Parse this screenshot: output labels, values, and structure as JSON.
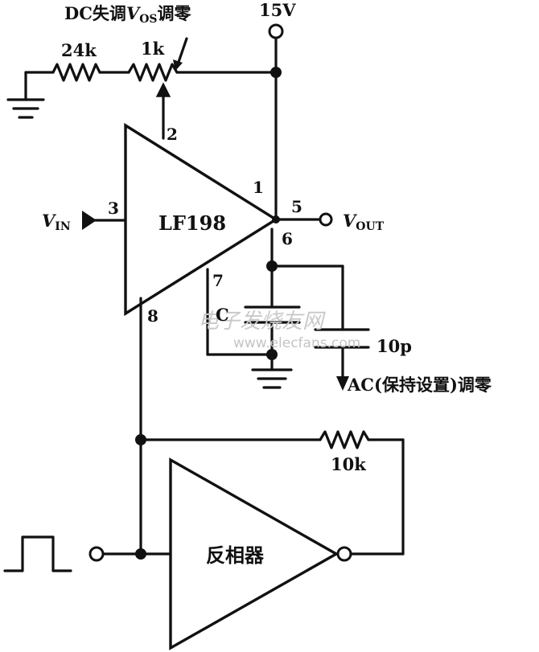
{
  "labels": {
    "dc_offset_adjust": "DC失调",
    "dc_vos_symbol": "V",
    "dc_vos_subscript": "OS",
    "dc_zero_word": "调零",
    "supply": "15V",
    "r_24k": "24k",
    "r_1k": "1k",
    "ic_name": "LF198",
    "vin_symbol": "V",
    "vin_subscript": "IN",
    "vout_symbol": "V",
    "vout_subscript": "OUT",
    "cap_c": "C",
    "cap_10p": "10p",
    "ac_adjust": "AC(保持设置)调零",
    "r_10k": "10k",
    "inverter": "反相器"
  },
  "pins": {
    "p1": "1",
    "p2": "2",
    "p3": "3",
    "p5": "5",
    "p6": "6",
    "p7": "7",
    "p8": "8"
  },
  "watermark": {
    "cn": "电子发烧友网",
    "url": "www.elecfans.com"
  }
}
